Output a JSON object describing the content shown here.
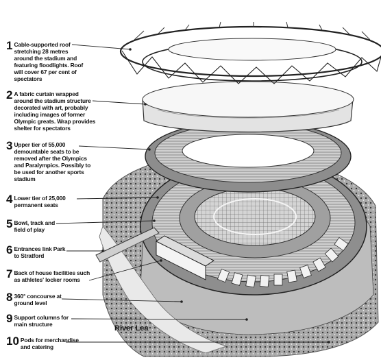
{
  "callouts": [
    {
      "number": "1",
      "text": "Cable-supported roof\nstretching 28 metres\naround the stadium and\nfeaturing floodlights. Roof\nwill cover 67 per cent of\nspectators"
    },
    {
      "number": "2",
      "text": "A fabric curtain wrapped\naround the stadium structure\ndecorated with art, probably\nincluding images of former\nOlympic greats. Wrap provides\nshelter for spectators"
    },
    {
      "number": "3",
      "text": "Upper tier of 55,000\ndemountable seats to be\nremoved after the Olympics\nand Paralympics. Possibly to\nbe used for another sports\nstadium"
    },
    {
      "number": "4",
      "text": "Lower tier of 25,000\npermanent seats"
    },
    {
      "number": "5",
      "text": "Bowl, track and\nfield of play"
    },
    {
      "number": "6",
      "text": "Entrances link Park\nto Stratford"
    },
    {
      "number": "7",
      "text": "Back of house facilities such\nas athletes' locker rooms"
    },
    {
      "number": "8",
      "text": "360° concourse at\nground level"
    },
    {
      "number": "9",
      "text": "Support columns for\nmain structure"
    },
    {
      "number": "10",
      "text": "Pods for merchandise\nand catering"
    }
  ],
  "river_label": "River Lea",
  "colors": {
    "ink": "#111111",
    "steel": "#2a2a2a",
    "curtain": "#dcdcdc",
    "bowl": "#9a9a9a",
    "ground": "#b8b8b8",
    "water": "#e8e8e8"
  }
}
